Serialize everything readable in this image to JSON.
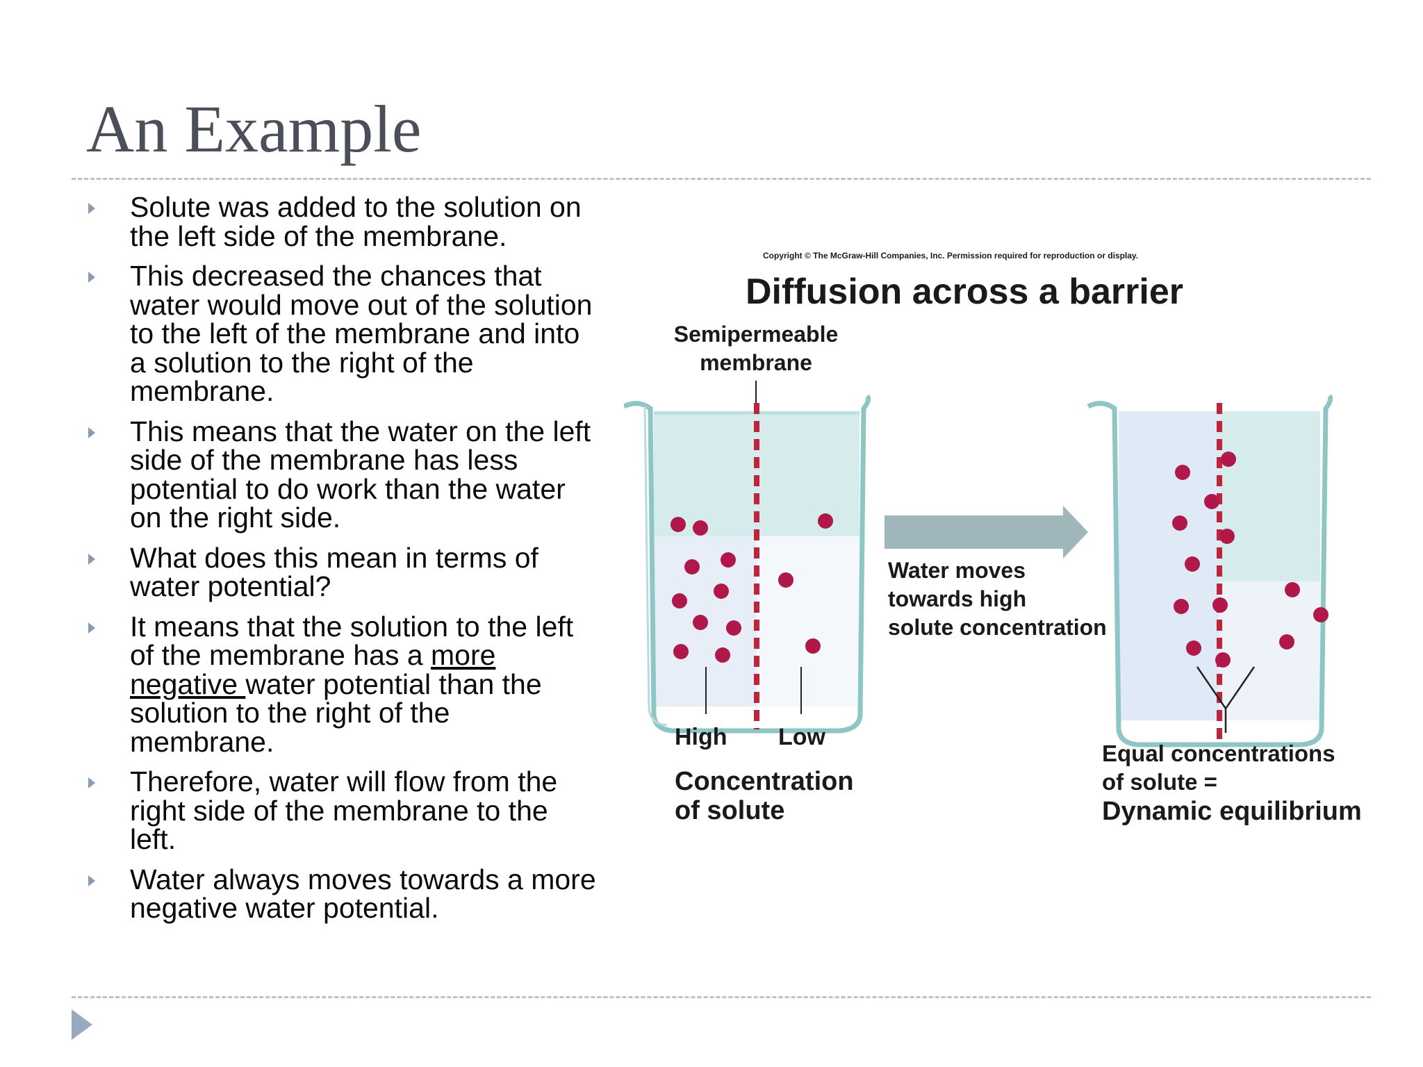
{
  "slide": {
    "title": "An Example"
  },
  "bullets": [
    {
      "text": "Solute was added to the solution on the left side of the membrane."
    },
    {
      "text": "This decreased the chances that water would move out of the solution to the left of the membrane and into a solution to the right of the membrane."
    },
    {
      "text": "This means that the water on the left side of the membrane has less potential to do work than the water on the right side."
    },
    {
      "text": "What does this mean in terms of water potential?"
    },
    {
      "text_before": "It means that the solution to the left of the membrane has a ",
      "text_underlined": "more negative ",
      "text_after": "water potential than the solution to the right of the membrane."
    },
    {
      "text": "Therefore, water will flow from the right side of the membrane to the left."
    },
    {
      "text": "Water always moves towards a more negative water potential."
    }
  ],
  "figure": {
    "copyright": "Copyright © The McGraw-Hill Companies, Inc. Permission required for reproduction or display.",
    "title": "Diffusion across a barrier",
    "membrane_label_line1": "Semipermeable",
    "membrane_label_line2": "membrane",
    "arrow_label_line1": "Water moves",
    "arrow_label_line2": "towards high",
    "arrow_label_line3": "solute concentration",
    "high_label": "High",
    "low_label": "Low",
    "concentration_line1": "Concentration",
    "concentration_line2": "of solute",
    "equal_line1": "Equal concentrations",
    "equal_line2": "of solute =",
    "equal_line3": "Dynamic equilibrium",
    "colors": {
      "water": "#cfe6e6",
      "beaker_outline": "#8ec6c6",
      "membrane": "#c0243a",
      "particle": "#b0184a",
      "arrow": "#9fb6ba"
    }
  }
}
